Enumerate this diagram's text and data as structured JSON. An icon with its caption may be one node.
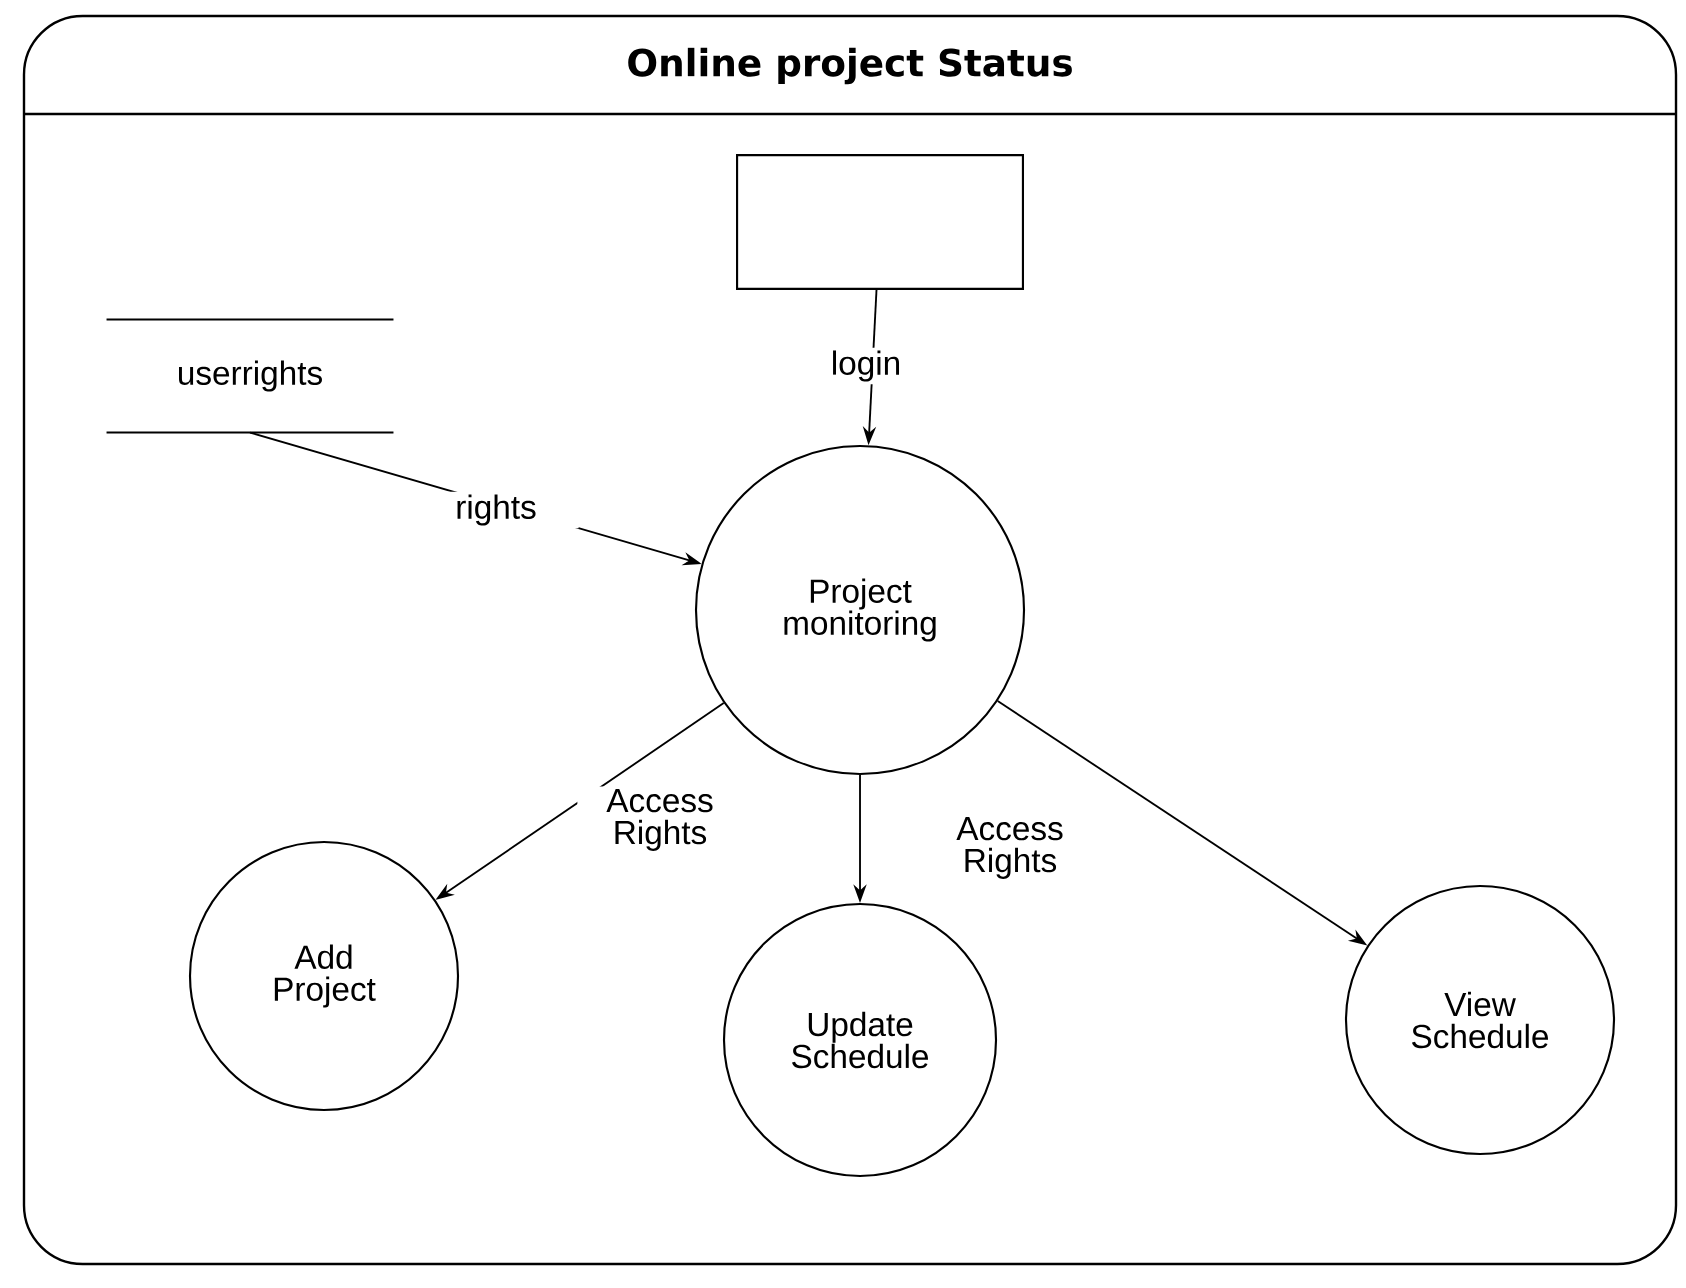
{
  "diagram": {
    "nodes": [
      {
        "text": [
          "Online project Status"
        ]
      },
      {
        "text": [],
        "shape": "box",
        "in": 0
      },
      {
        "text": [
          "userrights"
        ],
        "in": 0
      },
      {
        "text": [
          "Project monitoring"
        ],
        "in": 0
      },
      {
        "text": [
          "Add Project"
        ],
        "in": 0
      },
      {
        "text": [
          "Update Schedule"
        ],
        "in": 0
      },
      {
        "text": [
          "View Schedule"
        ],
        "in": 0
      }
    ],
    "edges": [
      {
        "from": 1,
        "to": 3,
        "arrow": "to",
        "label": "login"
      },
      {
        "from": 2,
        "to": 3,
        "arrow": "to",
        "label": "rights"
      },
      {
        "from": 3,
        "to": 4,
        "arrow": "to",
        "label": "Access Rights"
      },
      {
        "from": 3,
        "to": 5,
        "arrow": "to",
        "label": "Access Rights"
      },
      {
        "from": 3,
        "to": 6,
        "arrow": "to"
      }
    ]
  }
}
